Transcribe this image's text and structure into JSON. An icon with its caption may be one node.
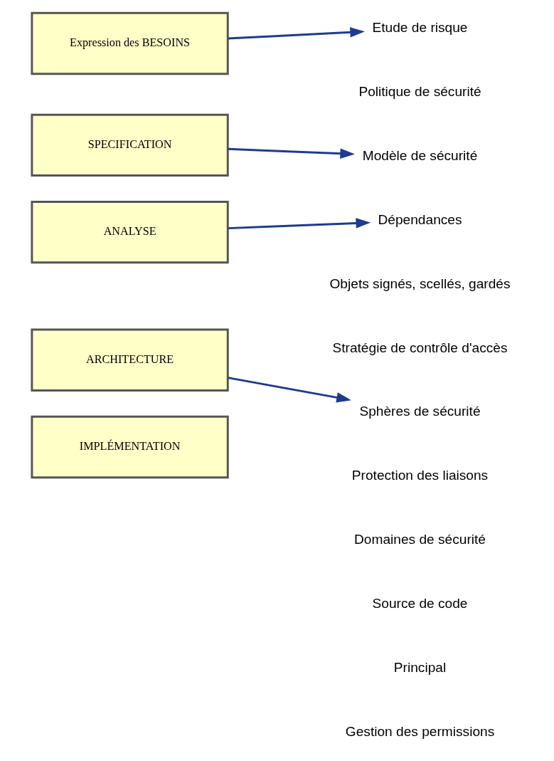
{
  "diagram": {
    "nodes": [
      {
        "text": [
          "Expression des BESOINS"
        ]
      },
      {
        "text": [
          "SPECIFICATION"
        ]
      },
      {
        "text": [
          "ANALYSE"
        ]
      },
      {
        "text": [
          "ARCHITECTURE"
        ]
      },
      {
        "text": [
          "IMPLÉMENTATION"
        ]
      },
      {
        "text": [
          "Etude de risque"
        ]
      },
      {
        "text": [
          "Modèle de sécurité"
        ]
      },
      {
        "text": [
          "Dépendances"
        ]
      },
      {
        "text": [
          "Sphères de sécurité"
        ]
      }
    ],
    "edges": [
      {
        "from": 0,
        "to": 5,
        "arrow": "to"
      },
      {
        "from": 1,
        "to": 6,
        "arrow": "to"
      },
      {
        "from": 2,
        "to": 7,
        "arrow": "to"
      },
      {
        "from": 3,
        "to": 8,
        "arrow": "to"
      }
    ],
    "labels": [
      "Politique de sécurité",
      "Objets signés, scellés, gardés",
      "Stratégie de contrôle d'accès",
      "Protection des liaisons",
      "Domaines de sécurité",
      "Source de code",
      "Principal",
      "Gestion des permissions"
    ]
  }
}
